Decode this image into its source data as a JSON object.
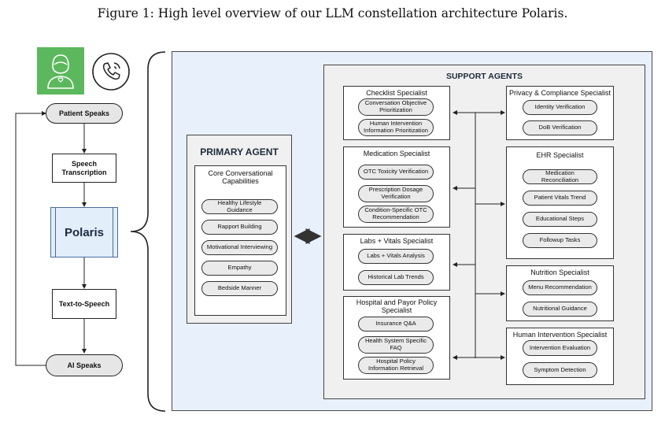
{
  "caption": "Figure 1: High level overview of our LLM constellation architecture Polaris.",
  "icons": {
    "patient": "nurse-avatar-icon",
    "call": "phone-call-icon",
    "accent": "#5cb85c"
  },
  "flow": {
    "patient_speaks": "Patient Speaks",
    "speech_transcription": "Speech Transcription",
    "polaris": "Polaris",
    "text_to_speech": "Text-to-Speech",
    "ai_speaks": "AI Speaks"
  },
  "primary": {
    "title": "PRIMARY AGENT",
    "core_title": "Core Conversational Capabilities",
    "items": [
      "Healthy Lifestyle Guidance",
      "Rapport Building",
      "Motivational Interviewing",
      "Empathy",
      "Bedside Manner"
    ]
  },
  "support": {
    "title": "SUPPORT AGENTS",
    "checklist": {
      "title": "Checklist Specialist",
      "items": [
        "Conversation Objective Prioritization",
        "Human Intervention Information Prioritization"
      ]
    },
    "medication": {
      "title": "Medication Specialist",
      "items": [
        "OTC Toxicity Verification",
        "Prescription Dosage Verification",
        "Condition-Specific OTC Recommendation"
      ]
    },
    "labs": {
      "title": "Labs + Vitals Specialist",
      "items": [
        "Labs + Vitals Analysis",
        "Historical Lab Trends"
      ]
    },
    "hospital": {
      "title": "Hospital and Payor Policy Specialist",
      "items": [
        "Insurance Q&A",
        "Health System Specific FAQ",
        "Hospital Policy Information Retrieval"
      ]
    },
    "privacy": {
      "title": "Privacy & Compliance Specialist",
      "items": [
        "Identity Verification",
        "DoB Verification"
      ]
    },
    "ehr": {
      "title": "EHR Specialist",
      "items": [
        "Medication Reconciliation",
        "Patient Vitals Trend",
        "Educational Steps",
        "Followup Tasks"
      ]
    },
    "nutrition": {
      "title": "Nutrition Specialist",
      "items": [
        "Menu Recommendation",
        "Nutritional Guidance"
      ]
    },
    "human": {
      "title": "Human Intervention Specialist",
      "items": [
        "Intervention Evaluation",
        "Symptom Detection"
      ]
    }
  },
  "colors": {
    "panel_bg": "#e8f1fb",
    "panel_border": "#4a4a4a",
    "support_bg": "#f0f0f0",
    "pill_bg": "#eaeaea",
    "polaris_bg": "#e3eefb"
  }
}
